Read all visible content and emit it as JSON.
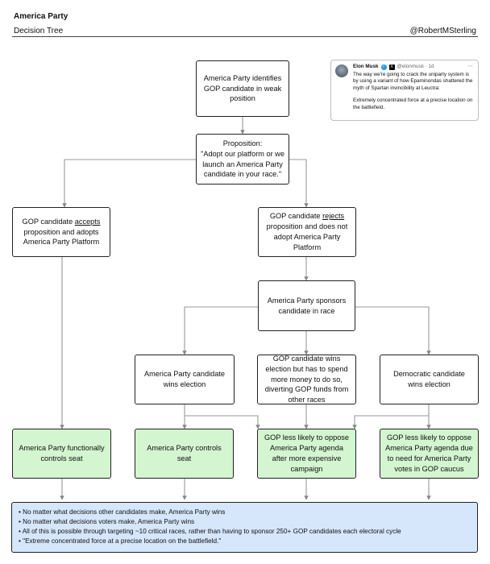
{
  "header": {
    "title": "America Party",
    "subtitle": "Decision Tree",
    "handle": "@RobertMSterling"
  },
  "tweet": {
    "name": "Elon Musk",
    "handle_time": "@elonmusk · 1d",
    "paragraph1": "The way we're going to crack the uniparty system is by using a variant of how Epaminondas shattered the myth of Spartan invincibility at Leuctra:",
    "paragraph2": "Extremely concentrated force at a precise location on the battlefield."
  },
  "nodes": {
    "root": "America Party identifies GOP candidate in weak position",
    "proposition_line1": "Proposition:",
    "proposition_line2": "\"Adopt our platform or we launch an America Party candidate in your race.\"",
    "accepts_pre": "GOP candidate ",
    "accepts_u": "accepts",
    "accepts_post": " proposition and adopts America Party Platform",
    "rejects_pre": "GOP candidate ",
    "rejects_u": "rejects",
    "rejects_post": " proposition and does not adopt America Party Platform",
    "sponsors": "America Party sponsors candidate in race",
    "ap_wins": "America Party candidate wins election",
    "gop_wins": "GOP candidate wins election but has to spend more money to do so, diverting GOP funds from other races",
    "dem_wins": "Democratic candidate wins election",
    "functionally_controls": "America Party functionally controls seat",
    "controls": "America Party controls seat",
    "less_likely_expensive": "GOP less likely to oppose America Party agenda after more expensive campaign",
    "less_likely_caucus": "GOP less likely to oppose America Party agenda due to need for America Party votes in GOP caucus"
  },
  "summary": [
    "No matter what decisions other candidates make, America Party wins",
    "No matter what decisions voters make, America Party wins",
    "All of this is possible through targeting ~10 critical races, rather than having to sponsor 250+ GOP candidates each electoral cycle",
    "\"Extreme concentrated force at a precise location on the battlefield.\""
  ],
  "colors": {
    "outcome_fill": "#d3f5cf",
    "summary_fill": "#d6e6fb",
    "line": "#999999"
  }
}
